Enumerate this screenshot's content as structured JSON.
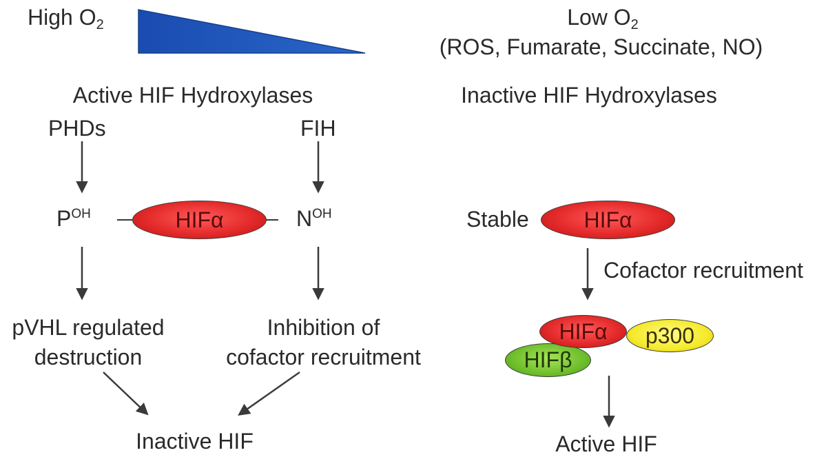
{
  "top": {
    "high_o2": {
      "main": "High O",
      "sub": "2"
    },
    "low_o2": {
      "main": "Low O",
      "sub": "2"
    },
    "low_causes": "(ROS, Fumarate, Succinate, NO)"
  },
  "left": {
    "heading": "Active HIF Hydroxylases",
    "phds": "PHDs",
    "fih": "FIH",
    "p_oh": {
      "main": "P",
      "sup": "OH"
    },
    "n_oh": {
      "main": "N",
      "sup": "OH"
    },
    "hif_alpha": "HIFα",
    "pvhl_line1": "pVHL regulated",
    "pvhl_line2": "destruction",
    "inhib_line1": "Inhibition of",
    "inhib_line2": "cofactor recruitment",
    "inactive_hif": "Inactive HIF"
  },
  "right": {
    "heading": "Inactive HIF Hydroxylases",
    "stable": "Stable",
    "hif_alpha": "HIFα",
    "cofactor": "Cofactor recruitment",
    "complex_alpha": "HIFα",
    "complex_p300": "p300",
    "complex_beta": "HIFβ",
    "active_hif": "Active HIF"
  },
  "colors": {
    "gradient_wedge": "#1d4fb0",
    "hif_alpha": "#e52b2b",
    "p300": "#f5ea2c",
    "hif_beta": "#6fbe2c",
    "arrow": "#3a3a3a"
  }
}
